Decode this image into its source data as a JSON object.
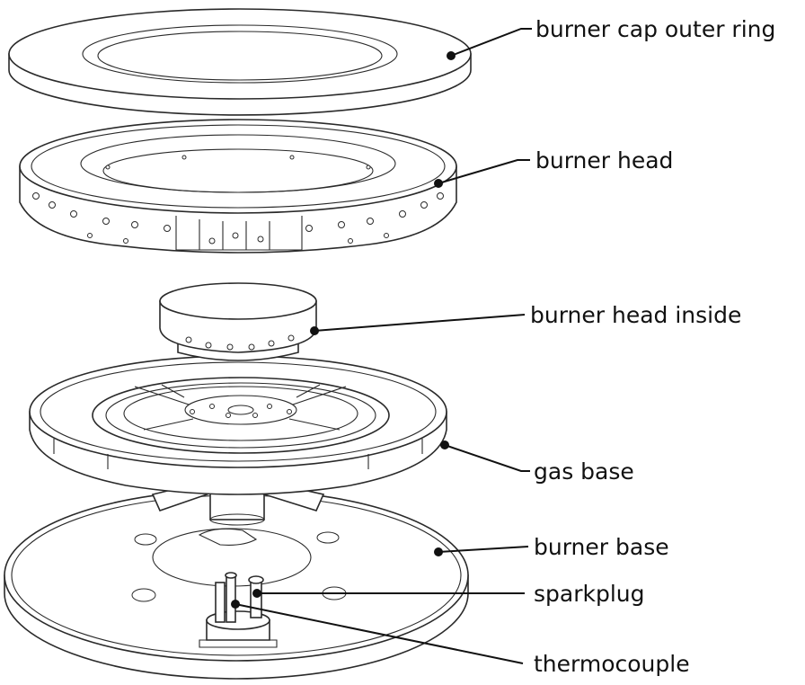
{
  "labels": {
    "cap_ring": "burner cap outer ring",
    "head": "burner head",
    "head_inside": "burner head inside",
    "gas_base": "gas base",
    "burner_base": "burner base",
    "sparkplug": "sparkplug",
    "thermocouple": "thermocouple"
  },
  "colors": {
    "line": "#2a2a2a",
    "text": "#111111",
    "background": "#ffffff"
  }
}
